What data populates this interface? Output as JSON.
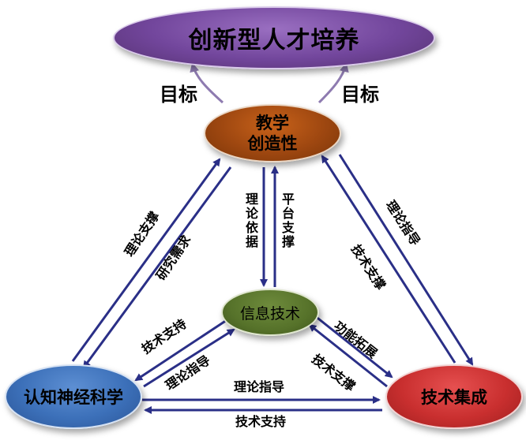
{
  "nodes": {
    "top": "创新型人才培养",
    "teaching": "教学\n创造性",
    "infotech": "信息技术",
    "cognitive": "认知神经科学",
    "techint": "技术集成"
  },
  "goals": {
    "left": "目标",
    "right": "目标"
  },
  "edges": {
    "teaching_down": "理论依据",
    "infotech_up": "平台支撑",
    "cog_to_teach": "理论支撑",
    "teach_to_cog": "研究需求",
    "tech_to_teach": "理论指导",
    "teach_to_tech": "技术支撑",
    "info_to_cog_a": "技术支持",
    "cog_to_info": "理论指导",
    "info_to_tech": "功能拓展",
    "tech_to_info": "技术支撑",
    "cog_to_tech": "理论指导",
    "tech_to_cog": "技术支持"
  },
  "colors": {
    "arrow": "#2a2f87",
    "goal_arrow": "#8e7bb0"
  }
}
